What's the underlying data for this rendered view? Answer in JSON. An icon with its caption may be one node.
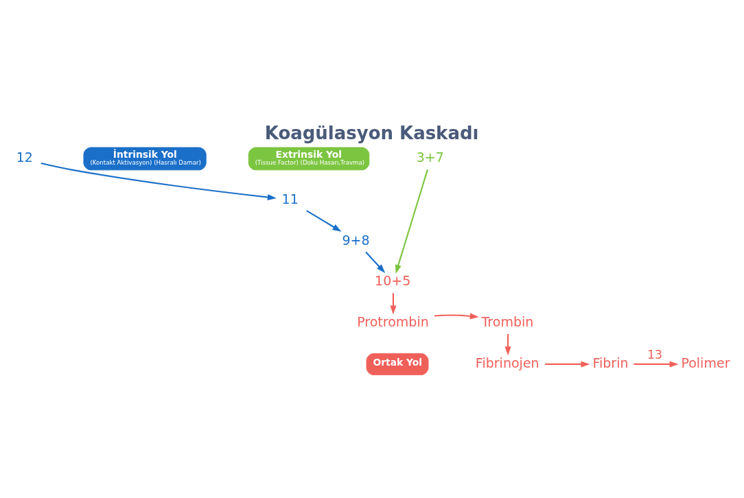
{
  "diagram": {
    "title": "Koagülasyon Kaskadı",
    "nodes": [
      {
        "text": [
          "İntrinsik Yol",
          "(Kontakt Aktivasyon) (Hasralı Damar)"
        ]
      },
      {
        "text": [
          "Extrinsik Yol",
          "(Tissue Factor) (Doku Hasarı,Travma)"
        ]
      },
      {
        "text": [
          "12"
        ]
      },
      {
        "text": [
          "11"
        ]
      },
      {
        "text": [
          "9+8"
        ]
      },
      {
        "text": [
          "3+7"
        ]
      },
      {
        "text": [
          "10+5"
        ]
      },
      {
        "text": [
          "Protrombin"
        ]
      },
      {
        "text": [
          "Trombin"
        ]
      },
      {
        "text": [
          "Fibrinojen"
        ]
      },
      {
        "text": [
          "Fibrin"
        ]
      },
      {
        "text": [
          "Polimer"
        ]
      },
      {
        "text": [
          "Ortak Yol"
        ]
      }
    ],
    "edges": [
      {
        "from": 2,
        "to": 3,
        "arrow": "to",
        "color": "#1a6fc9"
      },
      {
        "from": 3,
        "to": 4,
        "arrow": "to",
        "color": "#1a6fc9"
      },
      {
        "from": 4,
        "to": 6,
        "arrow": "to",
        "color": "#1a6fc9"
      },
      {
        "from": 5,
        "to": 6,
        "arrow": "to",
        "color": "#7cc540"
      },
      {
        "from": 6,
        "to": 7,
        "arrow": "to"
      },
      {
        "from": 7,
        "to": 8,
        "arrow": "to"
      },
      {
        "from": 8,
        "to": 9,
        "arrow": "to"
      },
      {
        "from": 9,
        "to": 10,
        "arrow": "to"
      },
      {
        "from": 10,
        "to": 11,
        "arrow": "to",
        "label": "13"
      }
    ]
  }
}
